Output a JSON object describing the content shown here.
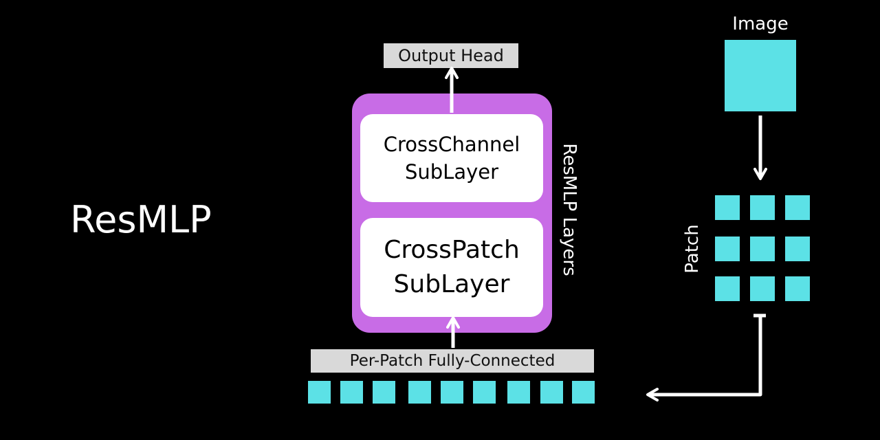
{
  "title": "ResMLP",
  "output_head": "Output Head",
  "per_patch": "Per-Patch Fully-Connected",
  "crosschannel": {
    "line1": "CrossChannel",
    "line2": "SubLayer"
  },
  "crosspatch": {
    "line1": "CrossPatch",
    "line2": "SubLayer"
  },
  "layers_label": "ResMLP Layers",
  "patch_label": "Patch",
  "image_label": "Image",
  "colors": {
    "background": "#000000",
    "container": "#c86ce6",
    "cyan": "#5ce1e6",
    "label_bg": "#d9d9d9",
    "arrow": "#ffffff"
  }
}
